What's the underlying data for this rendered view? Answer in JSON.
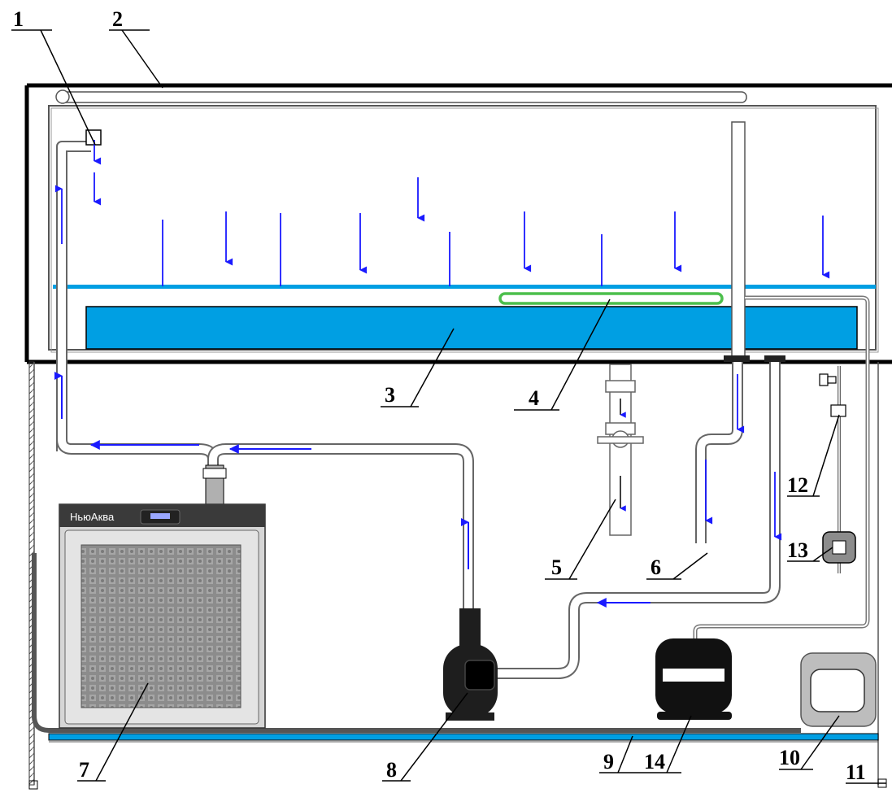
{
  "labels": {
    "n1": "1",
    "n2": "2",
    "n3": "3",
    "n4": "4",
    "n5": "5",
    "n6": "6",
    "n7": "7",
    "n8": "8",
    "n9": "9",
    "n10": "10",
    "n11": "11",
    "n12": "12",
    "n13": "13",
    "n14": "14"
  },
  "chiller_brand": "НьюАква",
  "colors": {
    "water": "#009fe3",
    "flow_arrow": "#1a1aff",
    "filter": "#4cbf4c",
    "frame": "#000000",
    "chiller_body": "#d6d6d6",
    "chiller_grid": "#8c8c8c",
    "pump": "#1e1e1e"
  }
}
